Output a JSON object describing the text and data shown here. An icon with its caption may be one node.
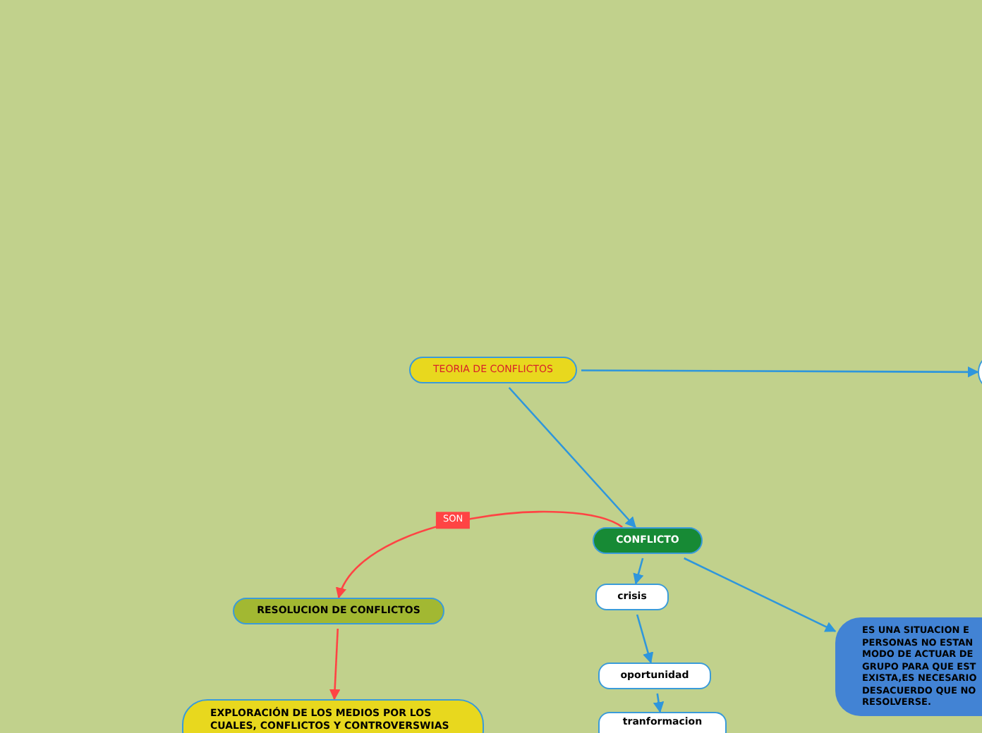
{
  "diagram": {
    "nodes": [
      {
        "text": [
          "TEORIA DE CONFLICTOS"
        ]
      },
      {
        "text": [],
        "shape": "box"
      },
      {
        "text": [
          "CONFLICTO"
        ]
      },
      {
        "text": [
          "RESOLUCION DE CONFLICTOS"
        ]
      },
      {
        "text": [
          "crisis"
        ]
      },
      {
        "text": [
          "ES UNA SITUACION E PERSONAS NO ESTAN MODO DE ACTUAR DE GRUPO PARA QUE EST EXISTA,ES NECESARIO DESACUERDO QUE NO RESOLVERSE."
        ]
      },
      {
        "text": [
          "oportunidad"
        ]
      },
      {
        "text": [
          "tranformacion"
        ]
      },
      {
        "text": [
          "EXPLORACIÓN DE LOS MEDIOS POR LOS CUALES, CONFLICTOS Y CONTROVERSWIAS"
        ]
      }
    ],
    "edges": [
      {
        "from": 0,
        "to": 1,
        "arrow": "to"
      },
      {
        "from": 0,
        "to": 2,
        "arrow": "to"
      },
      {
        "from": 2,
        "to": 3,
        "arrow": "to",
        "label": "SON",
        "color": "#ff4444"
      },
      {
        "from": 2,
        "to": 4,
        "arrow": "to"
      },
      {
        "from": 2,
        "to": 5,
        "arrow": "to"
      },
      {
        "from": 4,
        "to": 6,
        "arrow": "to"
      },
      {
        "from": 6,
        "to": 7,
        "arrow": "to"
      },
      {
        "from": 3,
        "to": 8,
        "arrow": "to",
        "color": "#ff4444"
      }
    ]
  }
}
